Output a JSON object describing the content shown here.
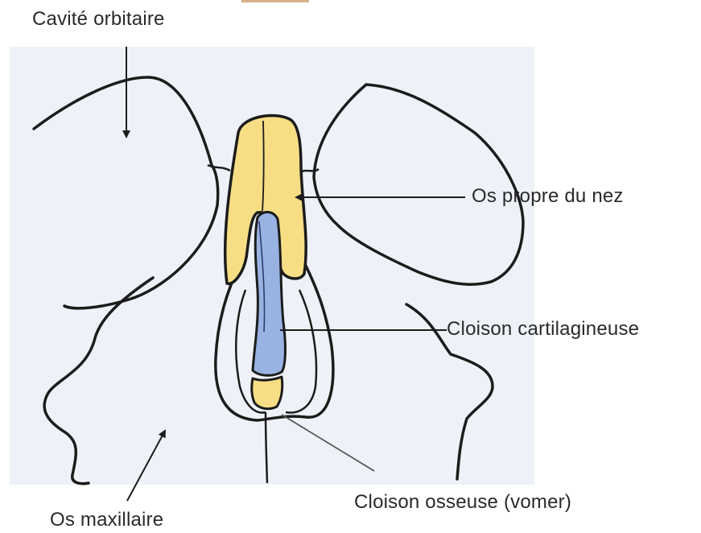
{
  "labels": {
    "orbital_cavity": "Cavité orbitaire",
    "nasal_bone": "Os propre du nez",
    "cartilaginous_septum": "Cloison cartilagineuse",
    "bony_septum": "Cloison osseuse (vomer)",
    "maxillary_bone": "Os maxillaire"
  },
  "colors": {
    "nasal_bone_fill": "#f7de85",
    "cartilage_fill": "#98b2e2",
    "vomer_fill": "#f7de85",
    "outline": "#1c1c1c",
    "background_panel": "#eef2f8"
  }
}
